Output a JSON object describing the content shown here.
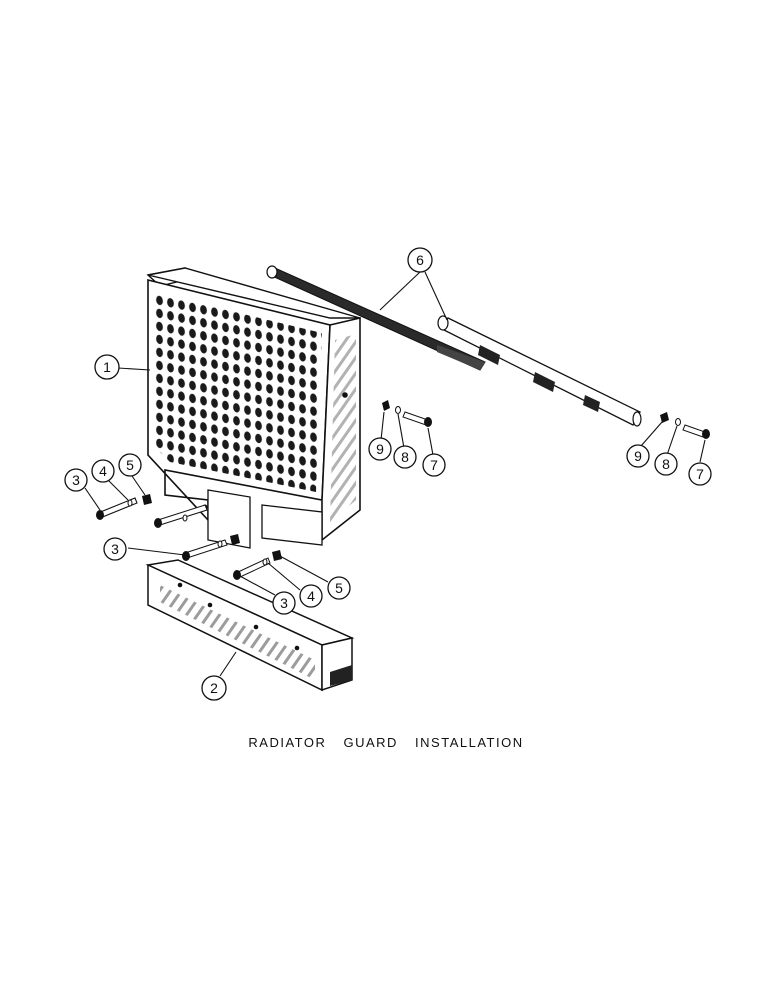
{
  "caption": "RADIATOR GUARD INSTALLATION",
  "callouts": {
    "c1": "1",
    "c2": "2",
    "c3a": "3",
    "c3b": "3",
    "c3c": "3",
    "c4a": "4",
    "c4b": "4",
    "c5a": "5",
    "c5b": "5",
    "c6": "6",
    "c7a": "7",
    "c7b": "7",
    "c8a": "8",
    "c8b": "8",
    "c9a": "9",
    "c9b": "9"
  }
}
